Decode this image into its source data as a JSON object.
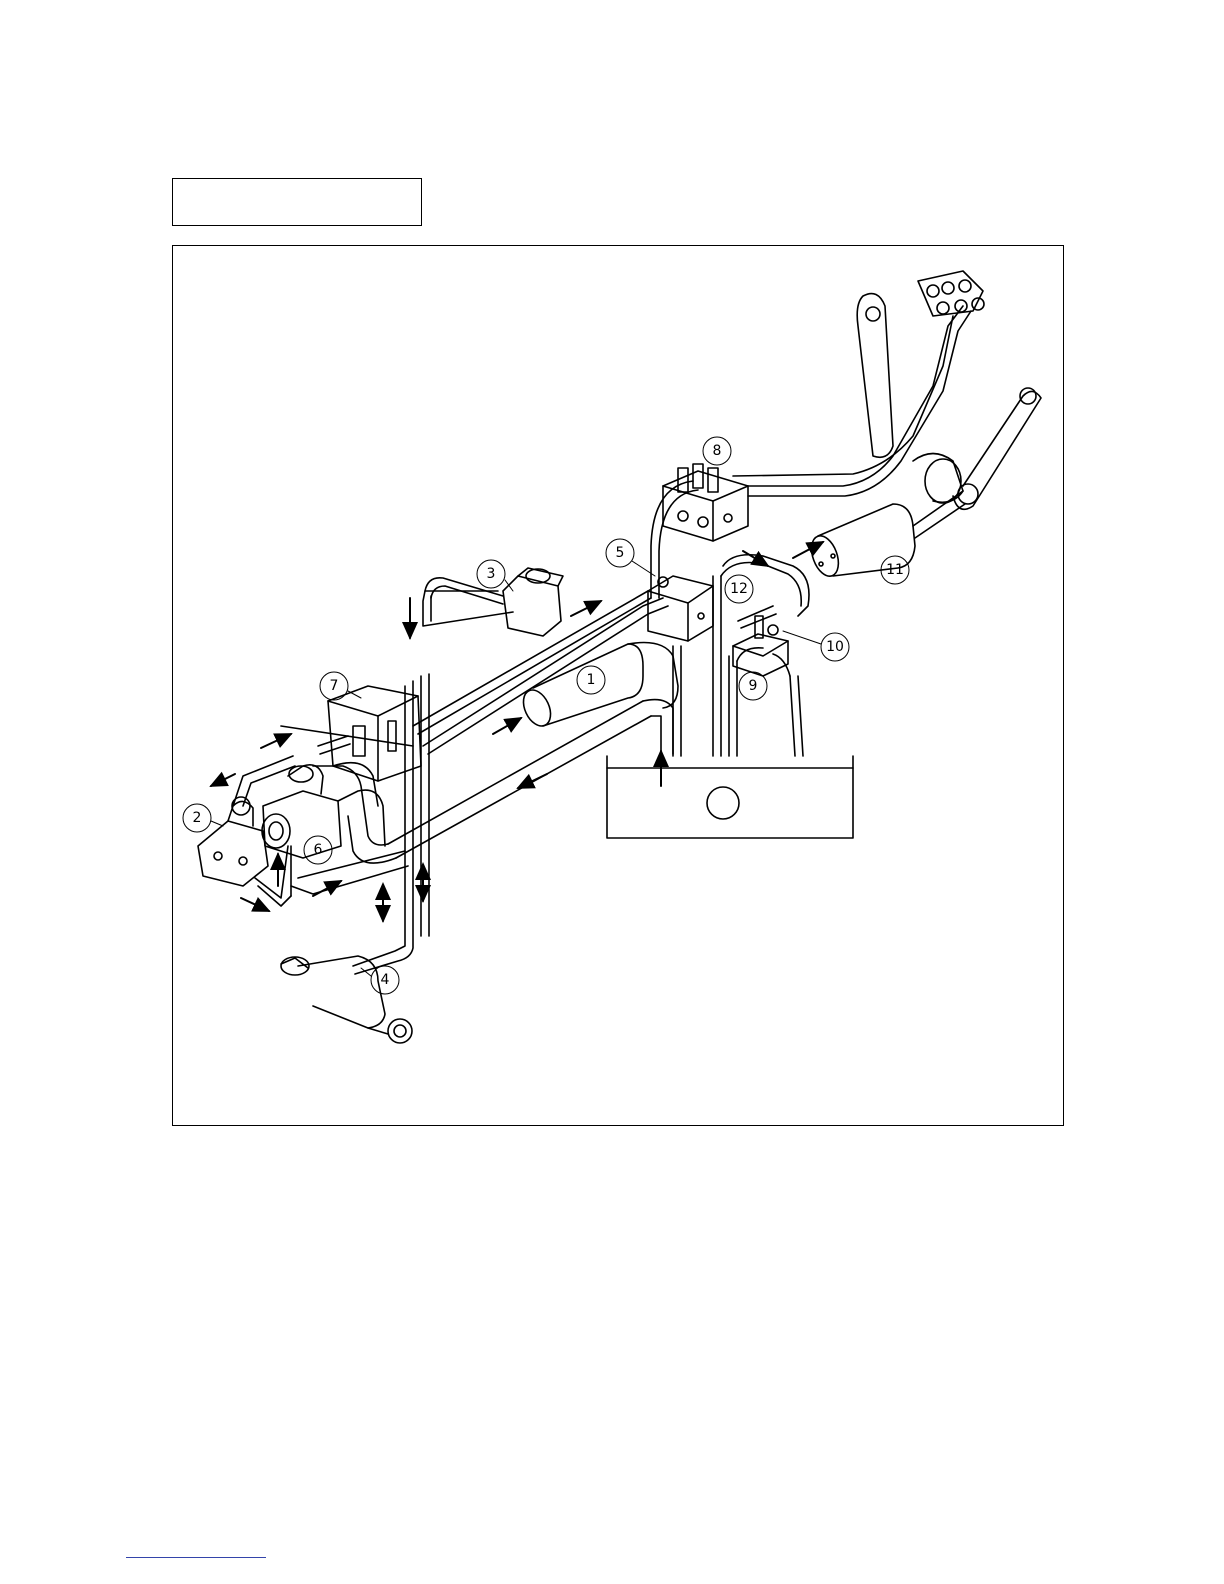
{
  "header": {
    "title_box_text": ""
  },
  "diagram": {
    "callouts": [
      {
        "id": "1",
        "label": "1"
      },
      {
        "id": "2",
        "label": "2"
      },
      {
        "id": "3",
        "label": "3"
      },
      {
        "id": "4",
        "label": "4"
      },
      {
        "id": "5",
        "label": "5"
      },
      {
        "id": "6",
        "label": "6"
      },
      {
        "id": "7",
        "label": "7"
      },
      {
        "id": "8",
        "label": "8"
      },
      {
        "id": "9",
        "label": "9"
      },
      {
        "id": "10",
        "label": "10"
      },
      {
        "id": "11",
        "label": "11"
      },
      {
        "id": "12",
        "label": "12"
      }
    ]
  }
}
